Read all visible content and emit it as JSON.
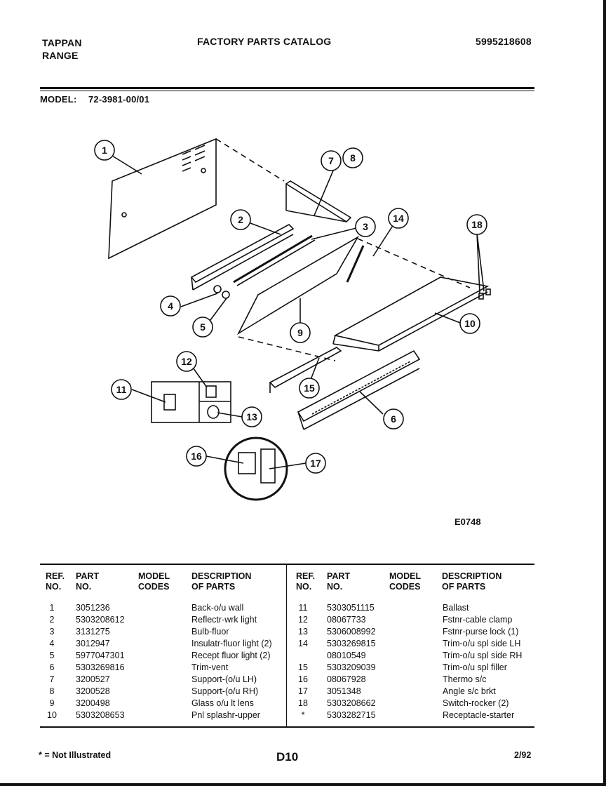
{
  "header": {
    "brand_line1": "TAPPAN",
    "brand_line2": "RANGE",
    "catalog_title": "FACTORY PARTS CATALOG",
    "catalog_number": "5995218608",
    "model_label": "MODEL:",
    "model_value": "72-3981-00/01"
  },
  "diagram": {
    "callouts": [
      "1",
      "2",
      "3",
      "4",
      "5",
      "6",
      "7",
      "8",
      "9",
      "10",
      "11",
      "12",
      "13",
      "14",
      "15",
      "16",
      "17",
      "18"
    ],
    "figure_code": "E0748"
  },
  "table": {
    "headers": {
      "ref": [
        "REF.",
        "NO."
      ],
      "part": [
        "PART",
        "NO."
      ],
      "model": [
        "MODEL",
        "CODES"
      ],
      "desc": [
        "DESCRIPTION",
        "OF PARTS"
      ]
    },
    "left_rows": [
      {
        "ref": "1",
        "part": "3051236",
        "model": "",
        "desc": "Back-o/u wall"
      },
      {
        "ref": "2",
        "part": "5303208612",
        "model": "",
        "desc": "Reflectr-wrk light"
      },
      {
        "ref": "3",
        "part": "3131275",
        "model": "",
        "desc": "Bulb-fluor"
      },
      {
        "ref": "4",
        "part": "3012947",
        "model": "",
        "desc": "Insulatr-fluor light (2)"
      },
      {
        "ref": "5",
        "part": "5977047301",
        "model": "",
        "desc": "Recept fluor light (2)"
      },
      {
        "ref": "6",
        "part": "5303269816",
        "model": "",
        "desc": "Trim-vent"
      },
      {
        "ref": "7",
        "part": "3200527",
        "model": "",
        "desc": "Support-(o/u LH)"
      },
      {
        "ref": "8",
        "part": "3200528",
        "model": "",
        "desc": "Support-(o/u RH)"
      },
      {
        "ref": "9",
        "part": "3200498",
        "model": "",
        "desc": "Glass o/u lt lens"
      },
      {
        "ref": "10",
        "part": "5303208653",
        "model": "",
        "desc": "Pnl splashr-upper"
      }
    ],
    "right_rows": [
      {
        "ref": "11",
        "part": "5303051115",
        "model": "",
        "desc": "Ballast"
      },
      {
        "ref": "12",
        "part": "08067733",
        "model": "",
        "desc": "Fstnr-cable clamp"
      },
      {
        "ref": "13",
        "part": "5306008992",
        "model": "",
        "desc": "Fstnr-purse lock (1)"
      },
      {
        "ref": "14",
        "part": "5303269815",
        "model": "",
        "desc": "Trim-o/u spl side LH"
      },
      {
        "ref": "",
        "part": "08010549",
        "model": "",
        "desc": "Trim-o/u spl side RH"
      },
      {
        "ref": "15",
        "part": "5303209039",
        "model": "",
        "desc": "Trim-o/u spl filler"
      },
      {
        "ref": "16",
        "part": "08067928",
        "model": "",
        "desc": "Thermo s/c"
      },
      {
        "ref": "17",
        "part": "3051348",
        "model": "",
        "desc": "Angle s/c brkt"
      },
      {
        "ref": "18",
        "part": "5303208662",
        "model": "",
        "desc": "Switch-rocker (2)"
      },
      {
        "ref": "*",
        "part": "5303282715",
        "model": "",
        "desc": "Receptacle-starter"
      }
    ]
  },
  "footer": {
    "note": "* = Not Illustrated",
    "page": "D10",
    "date": "2/92"
  }
}
